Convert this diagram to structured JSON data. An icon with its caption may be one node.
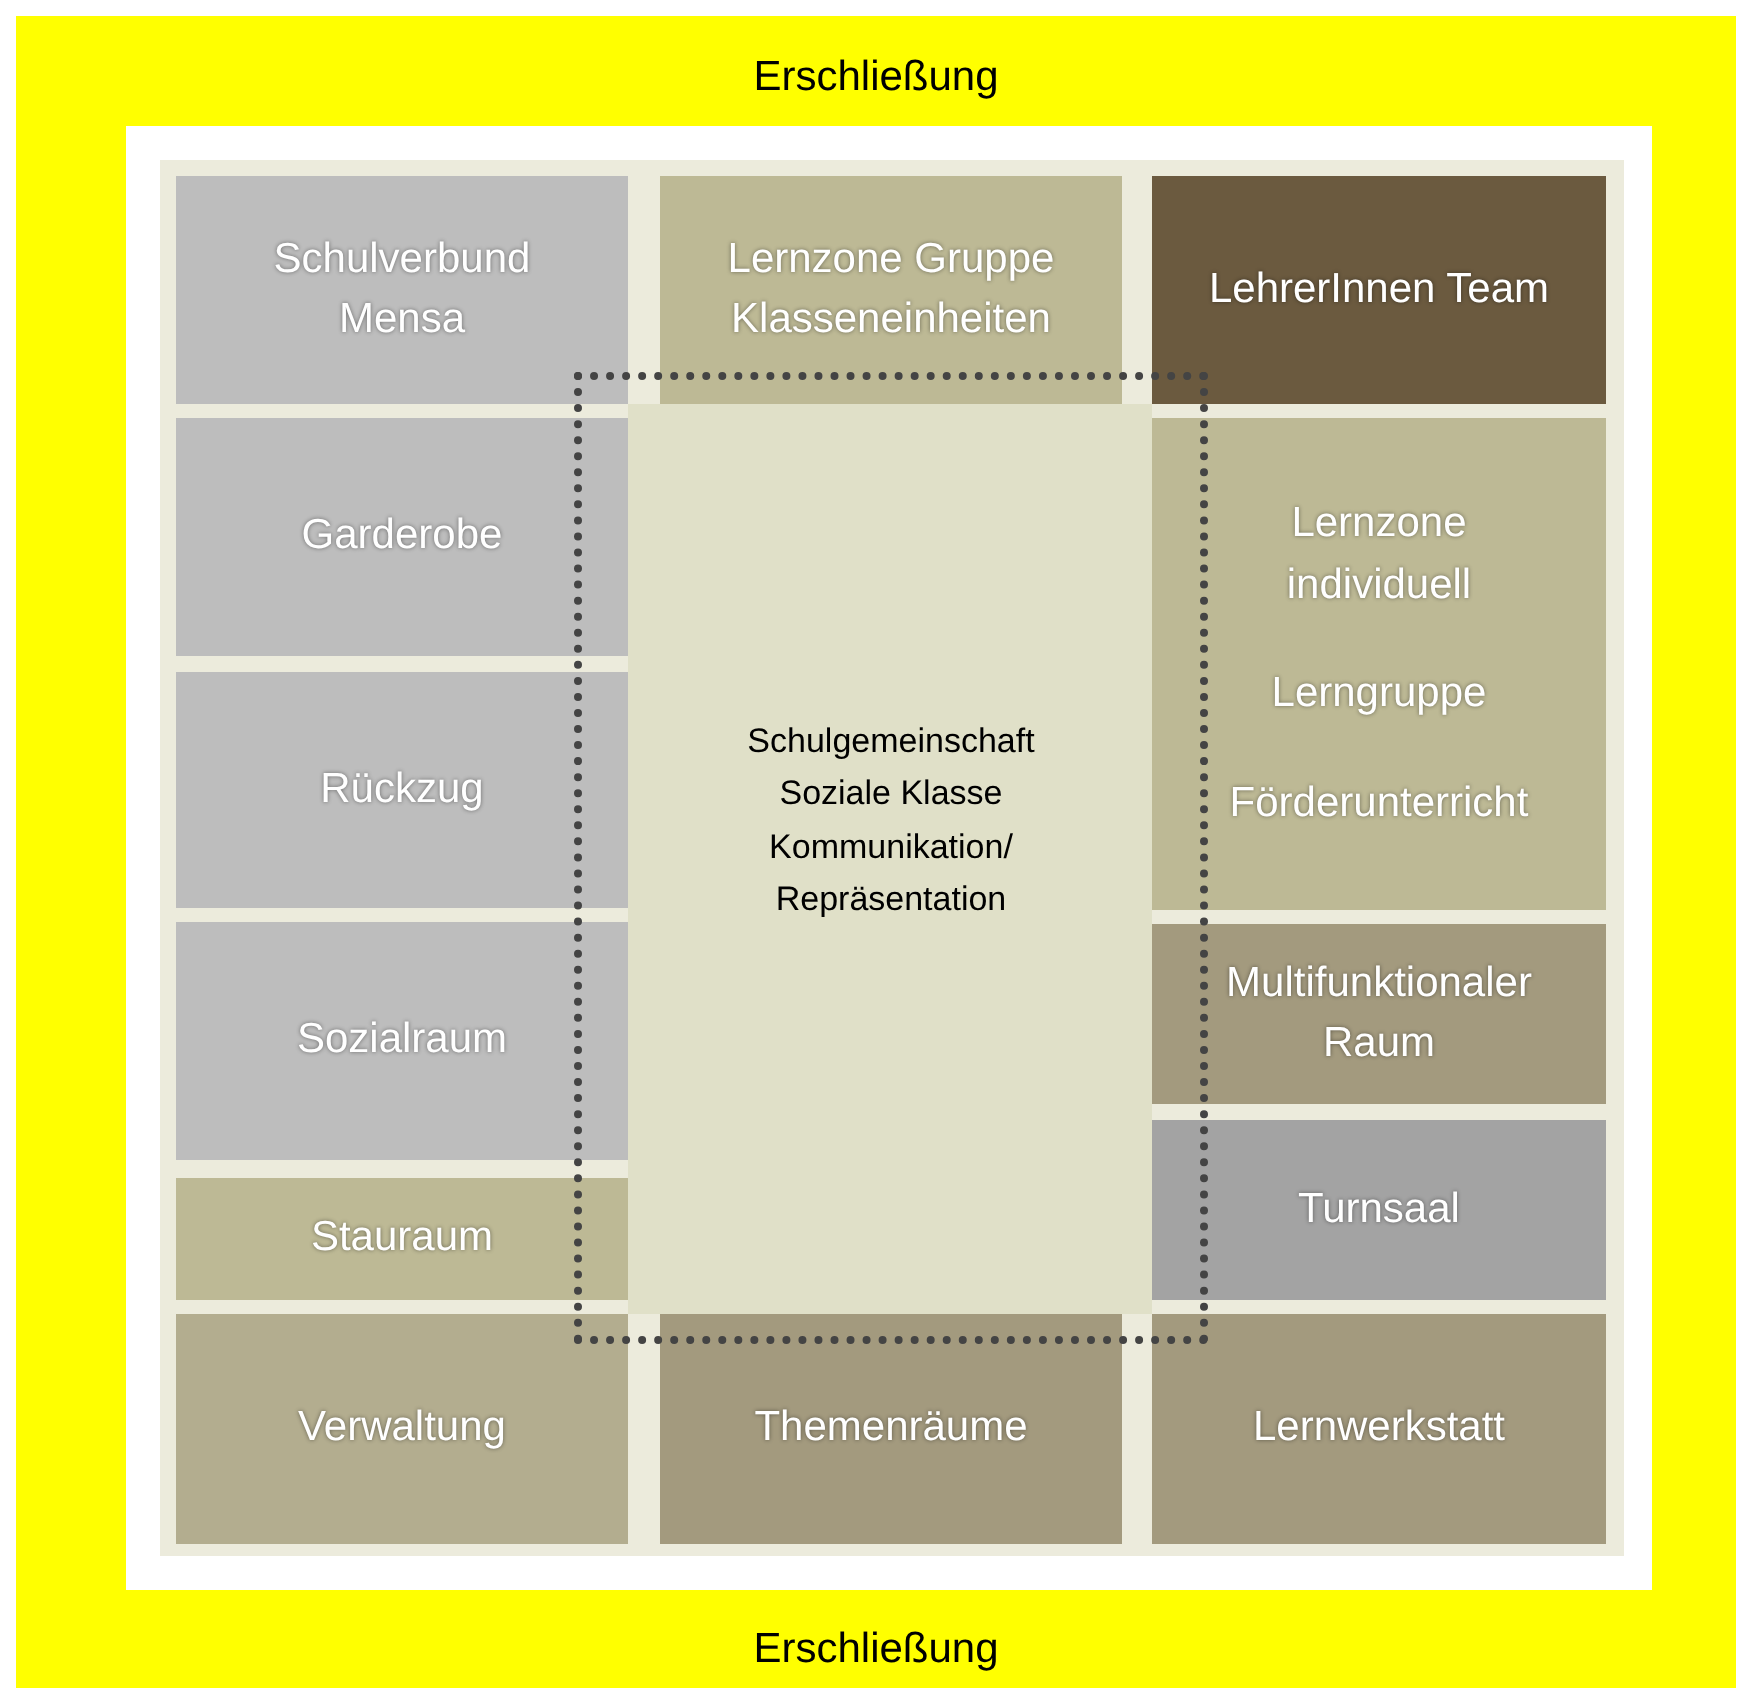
{
  "diagram": {
    "nodes": [
      {
        "text": [
          "Erschließung",
          "Erschließung"
        ]
      },
      {
        "text": [
          "Schulverbund Mensa"
        ],
        "in": 0
      },
      {
        "text": [
          "Lernzone Gruppe Klasseneinheiten"
        ],
        "in": 0
      },
      {
        "text": [
          "LehrerInnen Team"
        ],
        "in": 0
      },
      {
        "text": [
          "Garderobe"
        ],
        "in": 0
      },
      {
        "text": [
          "Schulgemeinschaft Soziale Klasse Kommunikation/ Repräsentation"
        ],
        "in": 0
      },
      {
        "text": [
          "Lernzone individuell",
          "Lerngruppe",
          "Förderunterricht"
        ],
        "in": 0
      },
      {
        "text": [
          "Rückzug"
        ],
        "in": 0
      },
      {
        "text": [
          "Sozialraum"
        ],
        "in": 0
      },
      {
        "text": [
          "Multifunktionaler Raum"
        ],
        "in": 0
      },
      {
        "text": [
          "Stauraum"
        ],
        "in": 0
      },
      {
        "text": [
          "Turnsaal"
        ],
        "in": 0
      },
      {
        "text": [
          "Verwaltung"
        ],
        "in": 0
      },
      {
        "text": [
          "Themenräume"
        ],
        "in": 0
      },
      {
        "text": [
          "Lernwerkstatt"
        ],
        "in": 0
      }
    ]
  }
}
